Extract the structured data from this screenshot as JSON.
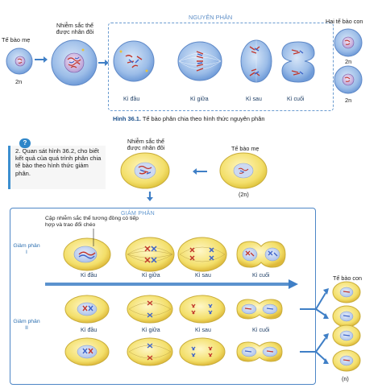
{
  "mitosis": {
    "box_title": "NGUYÊN PHÂN",
    "mother_cell_label": "Tế bào mẹ",
    "mother_ploidy": "2n",
    "duplicated_label": "Nhiễm sắc thể được nhân đôi",
    "daughters_label": "Hai tế bào con",
    "daughter_ploidy_top": "2n",
    "daughter_ploidy_bottom": "2n",
    "stages": [
      "Kì đầu",
      "Kì giữa",
      "Kì sau",
      "Kì cuối"
    ],
    "figure_caption_bold": "Hình 36.1.",
    "figure_caption_text": "Tế bào phân chia theo hình thức nguyên phân"
  },
  "question": {
    "badge": "?",
    "text": "2. Quan sát hình 36.2, cho biết kết quả của quá trình phân chia tế bào theo hình thức giảm phân."
  },
  "meiosis_top": {
    "duplicated_label": "Nhiễm sắc thể được nhân đôi",
    "mother_label": "Tế bào mẹ",
    "mother_ploidy": "(2n)"
  },
  "meiosis": {
    "box_title": "GIẢM PHÂN",
    "synapsis_note": "Cặp nhiễm sắc thể tương đồng có tiếp hợp và trao đổi chéo",
    "phase1_label": "Giảm phân I",
    "phase2_label": "Giảm phân II",
    "stages": [
      "Kì đầu",
      "Kì giữa",
      "Kì sau",
      "Kì cuối"
    ],
    "daughters_label": "Tế bào con",
    "daughter_ploidy": "(n)"
  },
  "colors": {
    "cell_blue": "#8fb3e3",
    "cell_yellow": "#f3df6a",
    "nucleus": "#c9d7f0",
    "chrom_red": "#d8412f",
    "chrom_blue": "#3d63c9",
    "arrow": "#3f7fc6"
  }
}
